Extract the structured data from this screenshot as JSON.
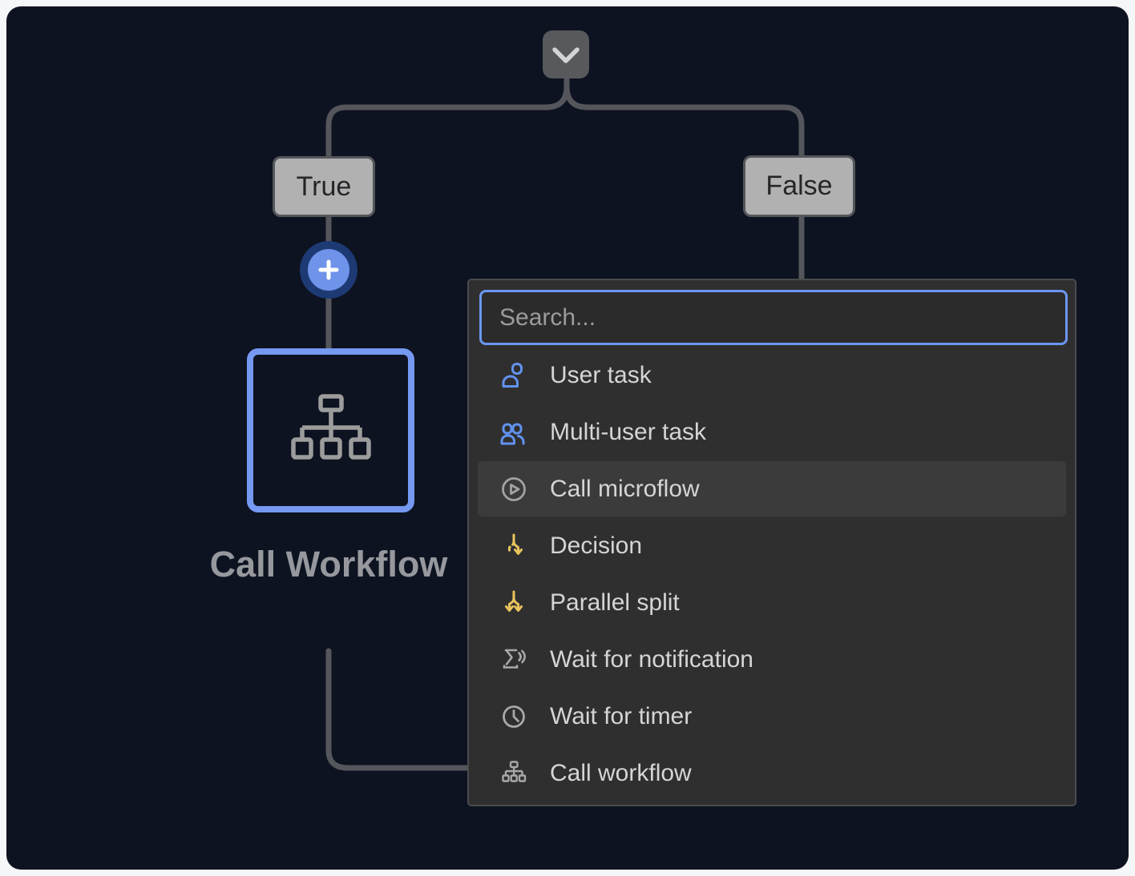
{
  "canvas": {
    "background": "#0d1320",
    "outer_background": "#f5f6f8",
    "connector_color": "#54565c"
  },
  "collapse_button": {
    "icon": "chevron-down-icon"
  },
  "branches": {
    "true_label": "True",
    "false_label": "False"
  },
  "add_button": {
    "icon": "plus-icon",
    "inner_color": "#6e93e9",
    "ring_color": "#1d3a75"
  },
  "selected_node": {
    "label": "Call Workflow",
    "icon": "workflow-icon",
    "border_color": "#7599f1"
  },
  "menu": {
    "search": {
      "placeholder": "Search...",
      "value": "",
      "border_color": "#6b96f2"
    },
    "items": [
      {
        "label": "User task",
        "icon": "user-task-icon",
        "icon_color": "#6292ee",
        "selected": false
      },
      {
        "label": "Multi-user task",
        "icon": "multi-user-task-icon",
        "icon_color": "#6292ee",
        "selected": false
      },
      {
        "label": "Call microflow",
        "icon": "call-microflow-icon",
        "icon_color": "#a2a2a2",
        "selected": true
      },
      {
        "label": "Decision",
        "icon": "decision-icon",
        "icon_color": "#e9c45c",
        "selected": false
      },
      {
        "label": "Parallel split",
        "icon": "parallel-split-icon",
        "icon_color": "#e9c45c",
        "selected": false
      },
      {
        "label": "Wait for notification",
        "icon": "wait-notification-icon",
        "icon_color": "#a8a8a8",
        "selected": false
      },
      {
        "label": "Wait for timer",
        "icon": "wait-timer-icon",
        "icon_color": "#a8a8a8",
        "selected": false
      },
      {
        "label": "Call workflow",
        "icon": "call-workflow-icon",
        "icon_color": "#a8a8a8",
        "selected": false
      }
    ]
  }
}
